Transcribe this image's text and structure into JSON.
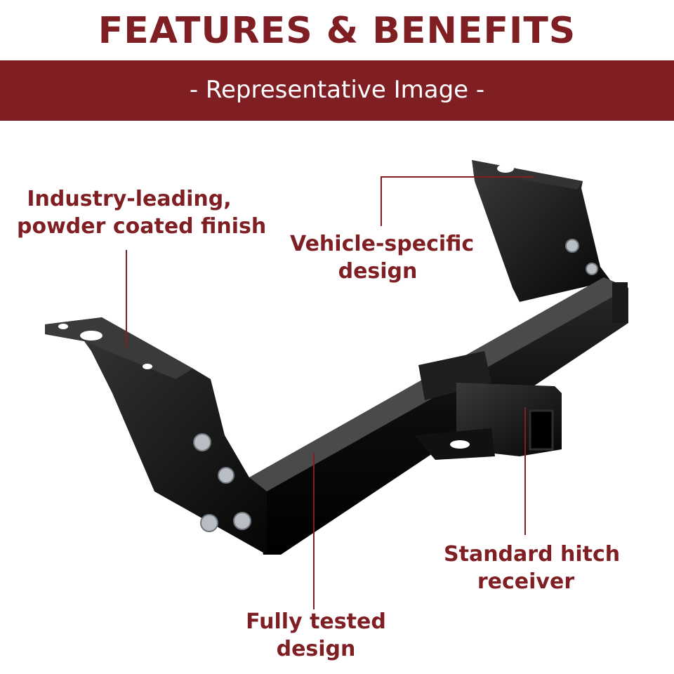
{
  "header": {
    "title": "FEATURES & BENEFITS",
    "subtitle": "- Representative Image -"
  },
  "callouts": {
    "finish": [
      "Industry-leading,",
      "powder coated finish"
    ],
    "vehicle": [
      "Vehicle-specific",
      "design"
    ],
    "tested": [
      "Fully tested",
      "design"
    ],
    "receiver": [
      "Standard hitch",
      "receiver"
    ]
  },
  "colors": {
    "brand": "#7f1f24",
    "product": "#0d0d0d",
    "bolt": "#b9bec4"
  },
  "image": {
    "subject": "trailer-hitch-product-photo"
  }
}
